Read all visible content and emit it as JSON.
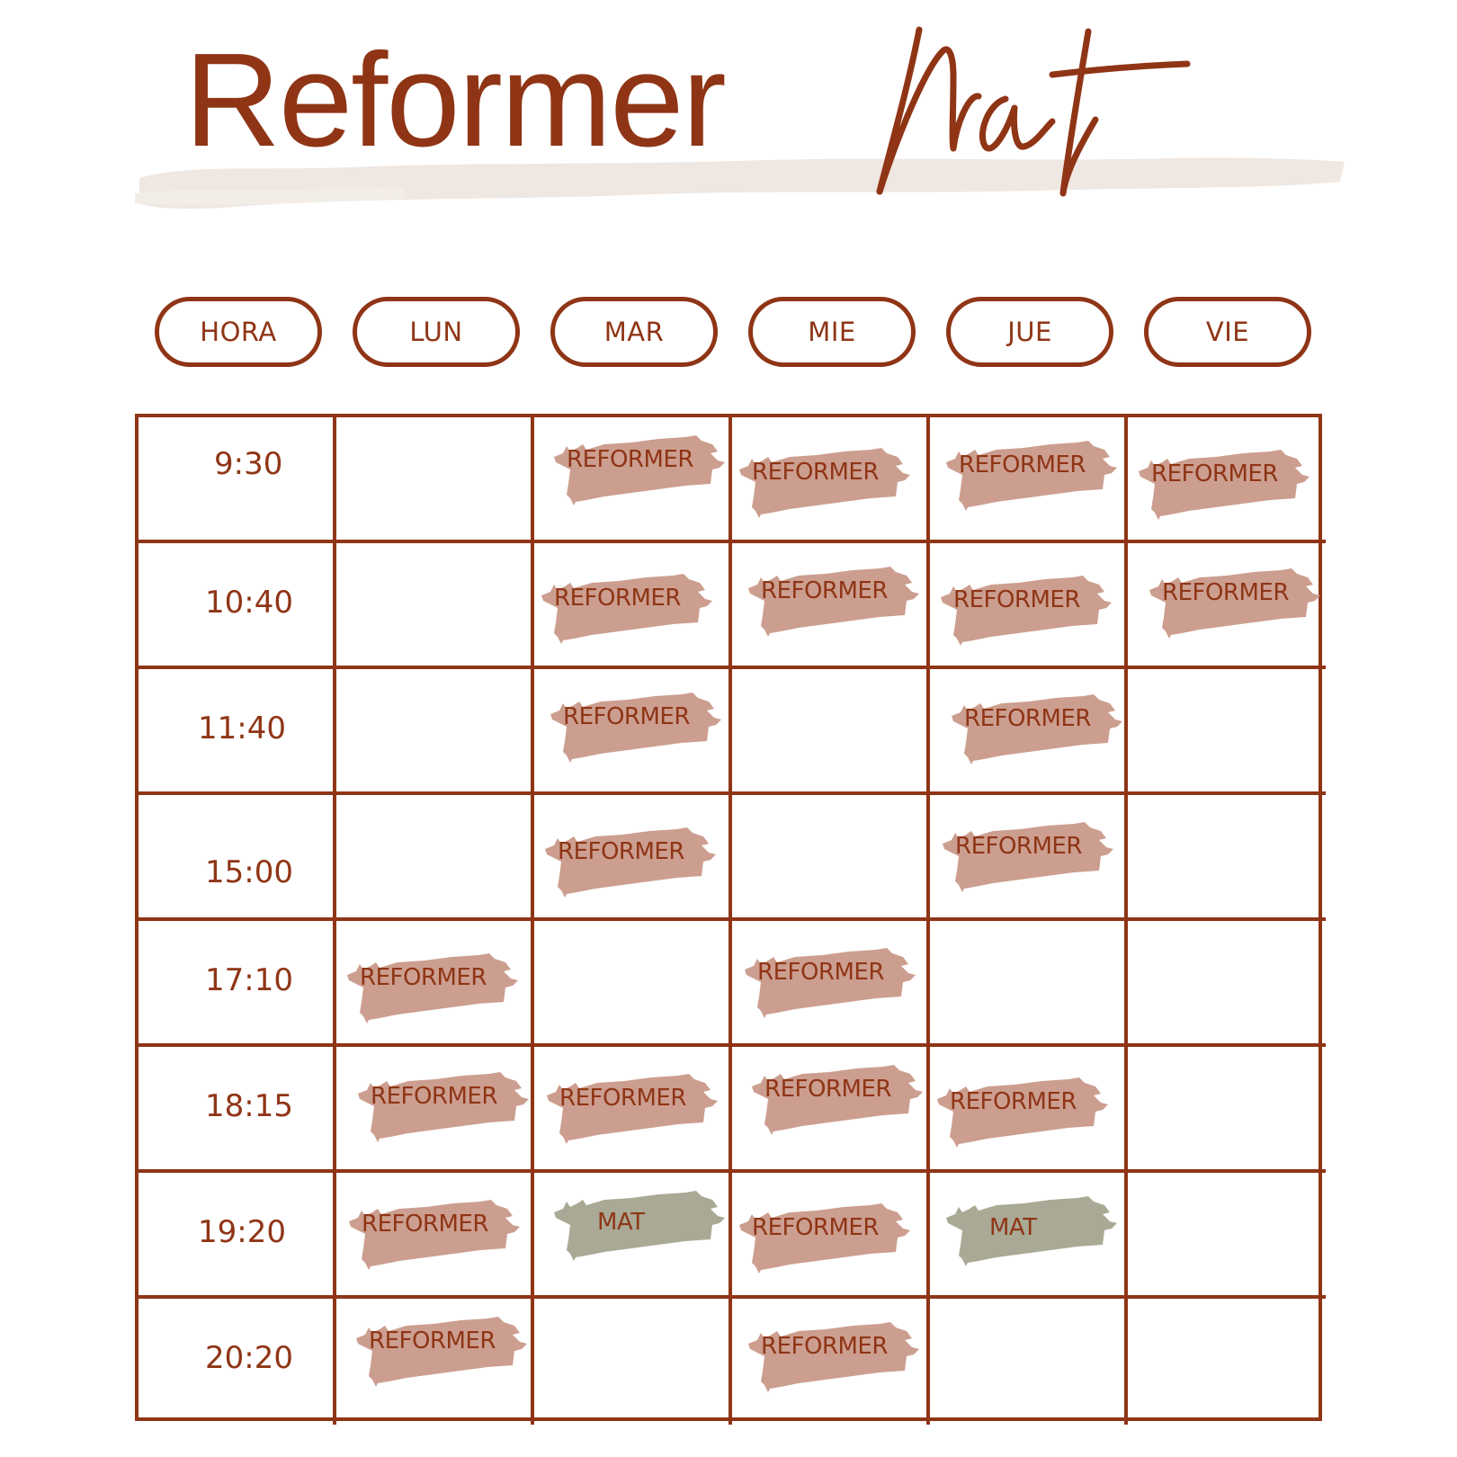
{
  "title": {
    "main": "Reformer",
    "script": "Mat"
  },
  "colors": {
    "primary": "#8f3516",
    "reformer_brush": "#cc9e8f",
    "mat_brush": "#a9a995",
    "title_band": "#efe7e1"
  },
  "headers": [
    "HORA",
    "LUN",
    "MAR",
    "MIE",
    "JUE",
    "VIE"
  ],
  "rows": [
    {
      "time": "9:30",
      "classes": [
        "",
        "REFORMER",
        "REFORMER",
        "REFORMER",
        "REFORMER"
      ]
    },
    {
      "time": "10:40",
      "classes": [
        "",
        "REFORMER",
        "REFORMER",
        "REFORMER",
        "REFORMER"
      ]
    },
    {
      "time": "11:40",
      "classes": [
        "",
        "REFORMER",
        "",
        "REFORMER",
        ""
      ]
    },
    {
      "time": "15:00",
      "classes": [
        "",
        "REFORMER",
        "",
        "REFORMER",
        ""
      ]
    },
    {
      "time": "17:10",
      "classes": [
        "REFORMER",
        "",
        "REFORMER",
        "",
        ""
      ]
    },
    {
      "time": "18:15",
      "classes": [
        "REFORMER",
        "REFORMER",
        "REFORMER",
        "REFORMER",
        ""
      ]
    },
    {
      "time": "19:20",
      "classes": [
        "REFORMER",
        "MAT",
        "REFORMER",
        "MAT",
        ""
      ]
    },
    {
      "time": "20:20",
      "classes": [
        "REFORMER",
        "",
        "REFORMER",
        "",
        ""
      ]
    }
  ]
}
